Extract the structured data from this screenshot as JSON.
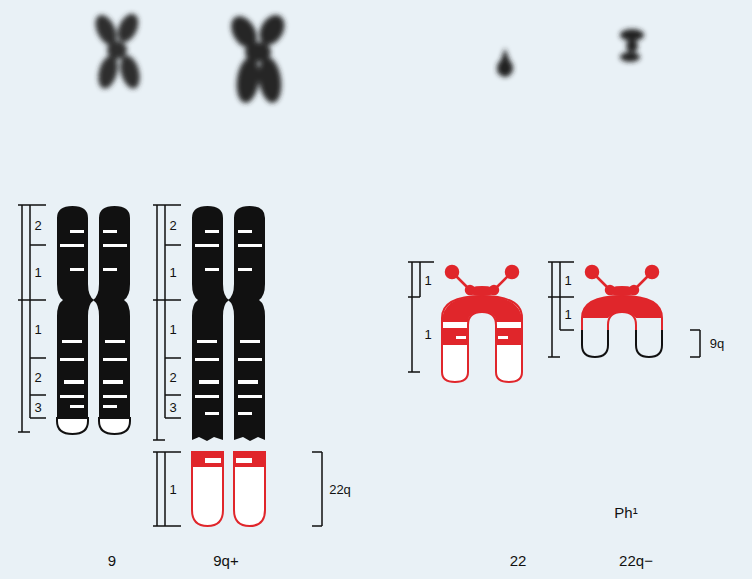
{
  "diagram": {
    "labels": [
      "2",
      "1",
      "1",
      "2",
      "3",
      "2",
      "1",
      "1",
      "2",
      "3",
      "1",
      "22q",
      "1",
      "1",
      "1",
      "1",
      "9q",
      "Ph¹",
      "9",
      "9q+",
      "22",
      "22q−"
    ]
  }
}
